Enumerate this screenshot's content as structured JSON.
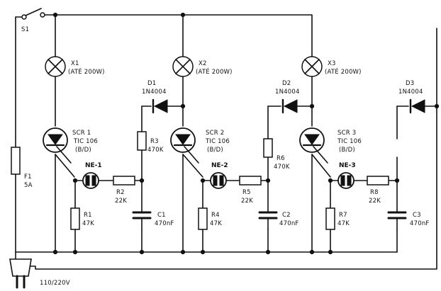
{
  "switch": {
    "ref": "S1"
  },
  "fuse": {
    "ref": "F1",
    "value": "5A"
  },
  "plug": {
    "voltage": "110/220V"
  },
  "lamps": [
    {
      "ref": "X1",
      "rating": "(ATÉ 200W)"
    },
    {
      "ref": "X2",
      "rating": "(ATÉ 200W)"
    },
    {
      "ref": "X3",
      "rating": "(ATÉ 200W)"
    }
  ],
  "diodes": [
    {
      "ref": "D1",
      "part": "1N4004"
    },
    {
      "ref": "D2",
      "part": "1N4004"
    },
    {
      "ref": "D3",
      "part": "1N4004"
    }
  ],
  "scrs": [
    {
      "ref": "SCR 1",
      "part": "TIC 106",
      "variant": "(B/D)"
    },
    {
      "ref": "SCR 2",
      "part": "TIC 106",
      "variant": "(B/D)"
    },
    {
      "ref": "SCR 3",
      "part": "TIC 106",
      "variant": "(B/D)"
    }
  ],
  "neons": [
    {
      "ref": "NE-1"
    },
    {
      "ref": "NE-2"
    },
    {
      "ref": "NE-3"
    }
  ],
  "resistors": [
    {
      "ref": "R1",
      "value": "47K"
    },
    {
      "ref": "R2",
      "value": "22K"
    },
    {
      "ref": "R3",
      "value": "470K"
    },
    {
      "ref": "R4",
      "value": "47K"
    },
    {
      "ref": "R5",
      "value": "22K"
    },
    {
      "ref": "R6",
      "value": "470K"
    },
    {
      "ref": "R7",
      "value": "47K"
    },
    {
      "ref": "R8",
      "value": "22K"
    }
  ],
  "capacitors": [
    {
      "ref": "C1",
      "value": "470nF"
    },
    {
      "ref": "C2",
      "value": "470nF"
    },
    {
      "ref": "C3",
      "value": "470nF"
    }
  ]
}
